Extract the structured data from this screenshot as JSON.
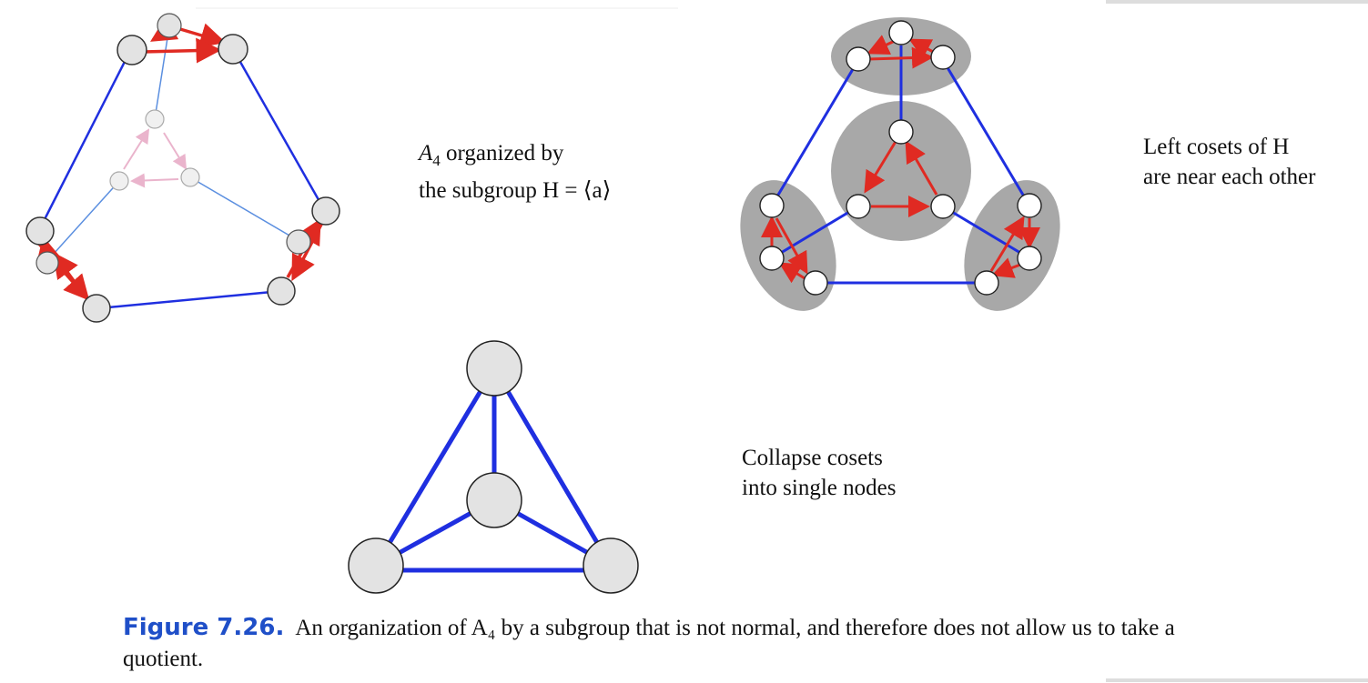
{
  "labels": {
    "panel1_line1_pre": "A",
    "panel1_line1_sub": "4",
    "panel1_line1_post": " organized by",
    "panel1_line2": "the subgroup H = ⟨a⟩",
    "panel2_line1": "Left cosets of H",
    "panel2_line2": "are near each other",
    "panel3_line1": "Collapse cosets",
    "panel3_line2": "into single nodes"
  },
  "caption": {
    "number": "Figure 7.26.",
    "text": "An organization of A₄ by a subgroup that is not normal, and therefore does not allow us to take a quotient."
  },
  "colors": {
    "edge_blue": "#1f2fe0",
    "arrow_red": "#e02a22",
    "arrow_pink": "#eab4cc",
    "node_fill": "#e3e3e3",
    "coset_gray": "#a8a8a8"
  }
}
